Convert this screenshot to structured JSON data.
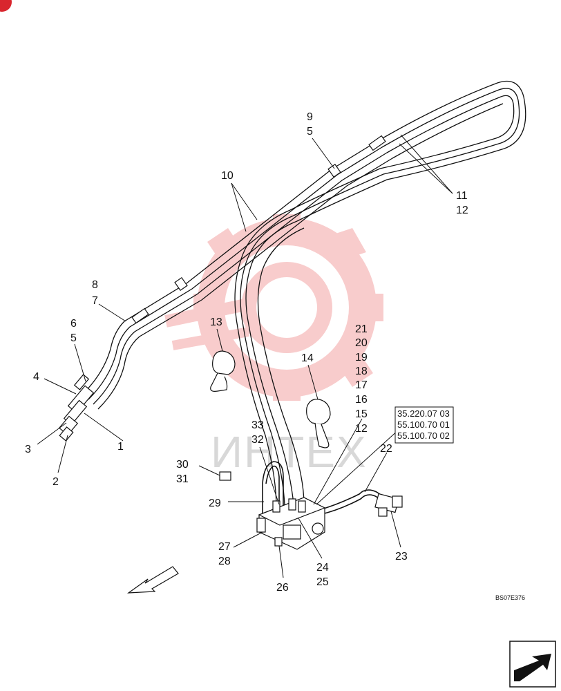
{
  "drawing_code": "BS07E376",
  "watermark": "ИНТЕХ",
  "reference_box": [
    "35.220.07 03",
    "55.100.70 01",
    "55.100.70 02"
  ],
  "callouts": {
    "c1": "1",
    "c2": "2",
    "c3": "3",
    "c4": "4",
    "c5a": "5",
    "c6": "6",
    "c7": "7",
    "c8": "8",
    "c9": "9",
    "c5b": "5",
    "c10": "10",
    "c11": "11",
    "c12a": "12",
    "c13": "13",
    "c14": "14",
    "c21": "21",
    "c20": "20",
    "c19": "19",
    "c18": "18",
    "c17": "17",
    "c16": "16",
    "c15": "15",
    "c12b": "12",
    "c33": "33",
    "c32": "32",
    "c30": "30",
    "c31": "31",
    "c29": "29",
    "c27": "27",
    "c28": "28",
    "c26": "26",
    "c24": "24",
    "c25": "25",
    "c22": "22",
    "c23": "23"
  },
  "colors": {
    "watermark_red": "#f3a3a3",
    "ink": "#111111",
    "corner_badge": "#d9262e"
  }
}
